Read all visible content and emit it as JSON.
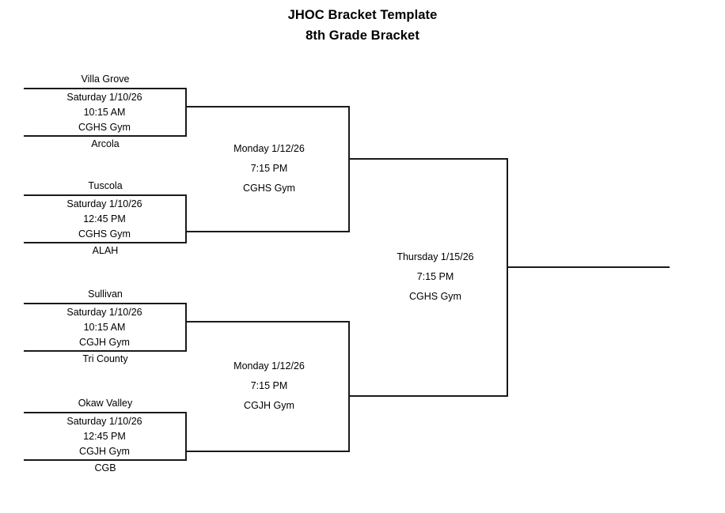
{
  "title": {
    "main": "JHOC Bracket Template",
    "sub": "8th Grade Bracket"
  },
  "round1": [
    {
      "top_team": "Villa Grove",
      "bottom_team": "Arcola",
      "date": "Saturday 1/10/26",
      "time": "10:15 AM",
      "venue": "CGHS Gym"
    },
    {
      "top_team": "Tuscola",
      "bottom_team": "ALAH",
      "date": "Saturday 1/10/26",
      "time": "12:45 PM",
      "venue": "CGHS Gym"
    },
    {
      "top_team": "Sullivan",
      "bottom_team": "Tri County",
      "date": "Saturday 1/10/26",
      "time": "10:15 AM",
      "venue": "CGJH Gym"
    },
    {
      "top_team": "Okaw Valley",
      "bottom_team": "CGB",
      "date": "Saturday 1/10/26",
      "time": "12:45 PM",
      "venue": "CGJH Gym"
    }
  ],
  "semifinals": [
    {
      "date": "Monday 1/12/26",
      "time": "7:15 PM",
      "venue": "CGHS Gym"
    },
    {
      "date": "Monday 1/12/26",
      "time": "7:15 PM",
      "venue": "CGJH Gym"
    }
  ],
  "final": {
    "date": "Thursday 1/15/26",
    "time": "7:15 PM",
    "venue": "CGHS Gym"
  },
  "colors": {
    "line": "#1a1a1a",
    "text": "#000000",
    "background": "#ffffff"
  }
}
